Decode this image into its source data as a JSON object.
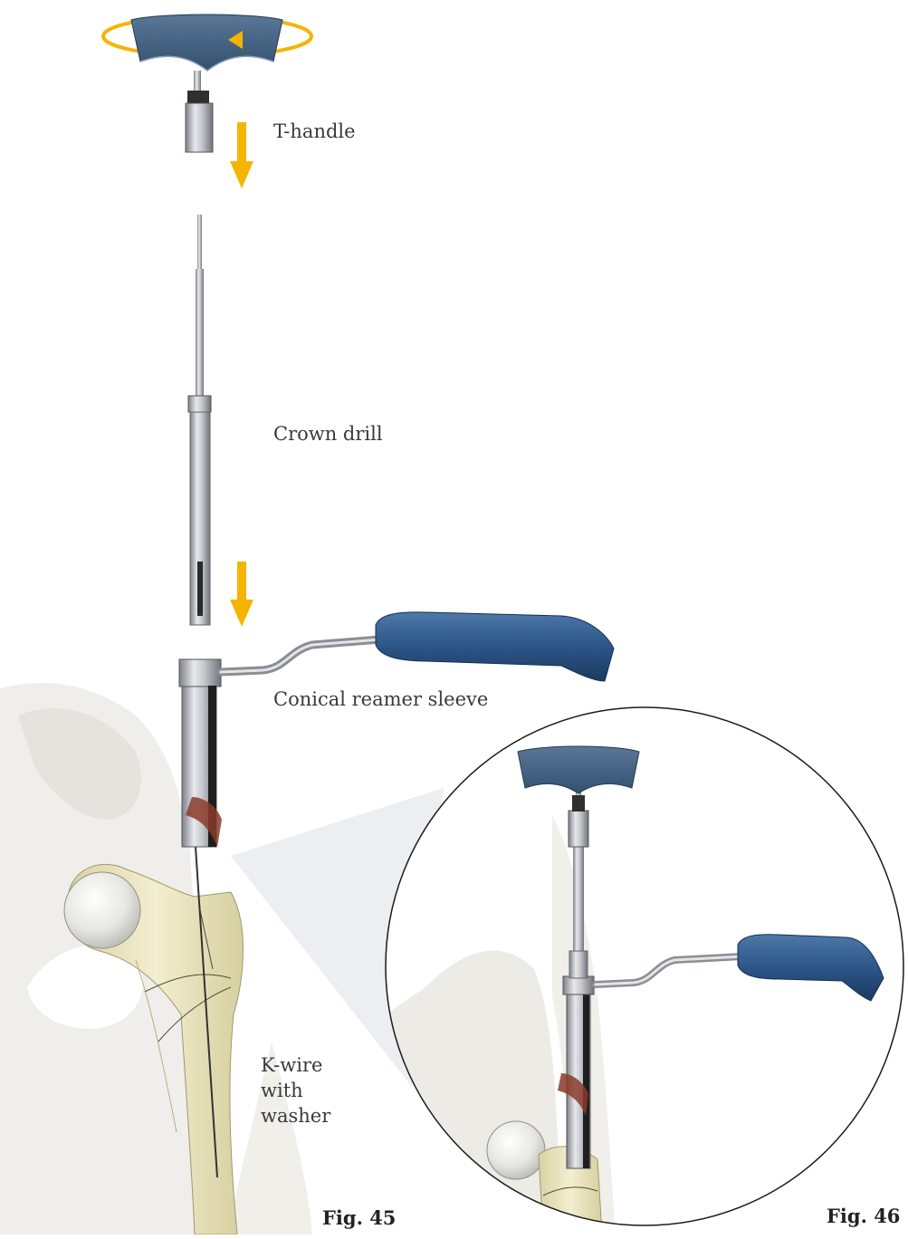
{
  "labels": {
    "t_handle": "T-handle",
    "crown_drill": "Crown drill",
    "conical_reamer_sleeve": "Conical reamer sleeve",
    "k_wire_line1": "K-wire",
    "k_wire_line2": "with",
    "k_wire_line3": "washer"
  },
  "figures": {
    "left": "Fig. 45",
    "right": "Fig. 46"
  },
  "colors": {
    "arrow": "#f5b400",
    "handle_blue": "#3f5f82",
    "grip_blue": "#2c5588",
    "metal": "#b8bcc2",
    "bone": "#ece7c4",
    "pelvis": "#ecebe6"
  }
}
